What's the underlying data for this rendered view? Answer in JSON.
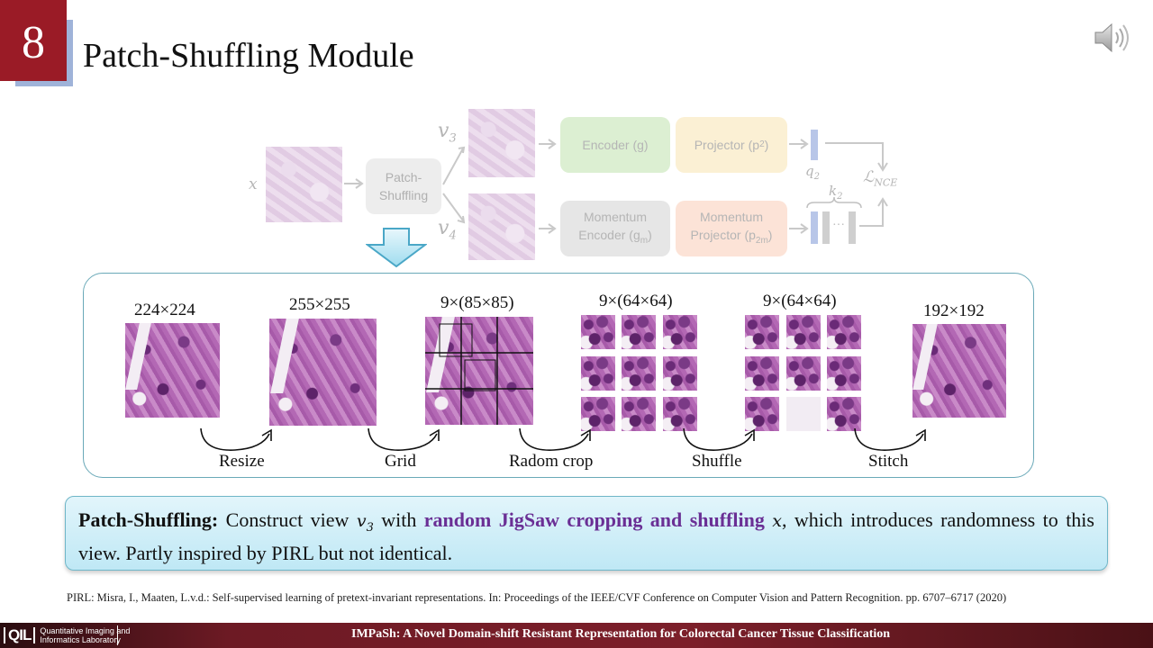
{
  "slide": {
    "number": "8",
    "title": "Patch-Shuffling Module"
  },
  "icons": {
    "speaker": "speaker-icon"
  },
  "pipeline": {
    "x_label": "x",
    "patch_shuffling": [
      "Patch-",
      "Shuffling"
    ],
    "v3": "v",
    "v3_sub": "3",
    "v4": "v",
    "v4_sub": "4",
    "encoder": "Encoder (g)",
    "projector": "Projector (p",
    "projector_sub": "2",
    "momentum_encoder": [
      "Momentum",
      "Encoder (g"
    ],
    "momentum_encoder_sub": "m",
    "momentum_projector": [
      "Momentum",
      "Projector (p"
    ],
    "momentum_projector_sub": "2m",
    "q2": "q",
    "q2_sub": "2",
    "k2": "k",
    "k2_sub": "2",
    "loss": "ℒ",
    "loss_sub": "NCE",
    "dots": "···"
  },
  "steps": {
    "sizes": [
      "224×224",
      "255×255",
      "9×(85×85)",
      "9×(64×64)",
      "9×(64×64)",
      "192×192"
    ],
    "ops": [
      "Resize",
      "Grid",
      "Radom crop",
      "Shuffle",
      "Stitch"
    ]
  },
  "description": {
    "head": "Patch-Shuffling:",
    "part1": " Construct view ",
    "var_v": "v",
    "var_sub": "3",
    "part2": " with ",
    "highlight": "random JigSaw cropping and shuffling",
    "part3": " ",
    "var_x": "x",
    "part4": ", which introduces randomness to this view. Partly inspired by PIRL but not identical."
  },
  "reference": "PIRL:  Misra, I., Maaten, L.v.d.: Self-supervised learning of pretext-invariant representations. In: Proceedings of the IEEE/CVF Conference on Computer Vision and Pattern Recognition. pp. 6707–6717 (2020)",
  "footer": {
    "logo_mark": "QIL",
    "logo_line1": "Quantitative Imaging and",
    "logo_line2": "Informatics Laboratory",
    "title": "IMPaSh: A Novel Domain-shift Resistant Representation for Colorectal Cancer Tissue Classification"
  },
  "colors": {
    "badge": "#9a1b26",
    "encoder_box": "#dcefd2",
    "projector_box": "#fbf0d4",
    "momentum_encoder_box": "#e6e6e6",
    "momentum_projector_box": "#fce3d7",
    "panel_border": "#6aa9b8",
    "highlight_text": "#6a2f95",
    "footer": "#7c1f2a"
  }
}
